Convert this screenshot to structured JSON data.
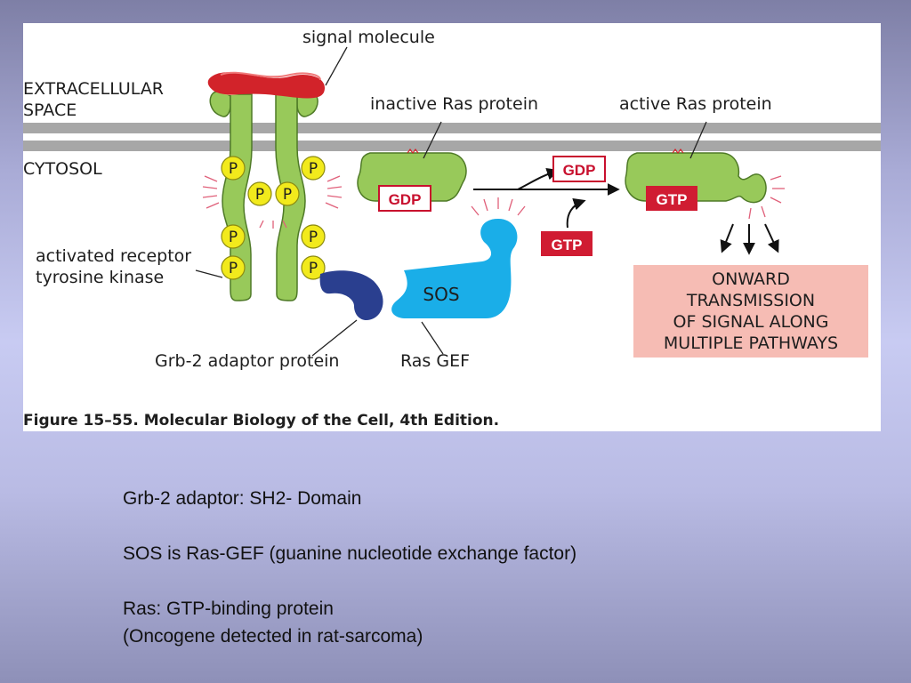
{
  "figure": {
    "signal_molecule": "signal molecule",
    "extracellular_line1": "EXTRACELLULAR",
    "extracellular_line2": "SPACE",
    "cytosol": "CYTOSOL",
    "inactive_ras": "inactive Ras protein",
    "active_ras": "active Ras protein",
    "receptor_line1": "activated receptor",
    "receptor_line2": "tyrosine kinase",
    "grb2_label": "Grb-2 adaptor protein",
    "ras_gef_label": "Ras GEF",
    "sos_label": "SOS",
    "phosphate": "P",
    "gdp": "GDP",
    "gtp": "GTP",
    "onward_lines": [
      "ONWARD",
      "TRANSMISSION",
      "OF SIGNAL ALONG",
      "MULTIPLE PATHWAYS"
    ],
    "caption": "Figure 15–55. Molecular Biology of the Cell, 4th Edition.",
    "colors": {
      "receptor_green": "#98c95a",
      "membrane_gray": "#a7a7a7",
      "phosphate_yellow": "#f2ea1c",
      "signal_red": "#d2232a",
      "signal_tan": "#e8a585",
      "grb2_navy": "#2a3f8f",
      "sos_cyan": "#1aaee8",
      "gtp_red": "#d01c32",
      "onward_pink": "#f6bcb4"
    }
  },
  "notes": {
    "line1": "Grb-2 adaptor: SH2- Domain",
    "line2": "SOS is Ras-GEF (guanine nucleotide exchange factor)",
    "line3a": "Ras: GTP-binding protein",
    "line3b": "(Oncogene detected in rat-sarcoma)"
  }
}
